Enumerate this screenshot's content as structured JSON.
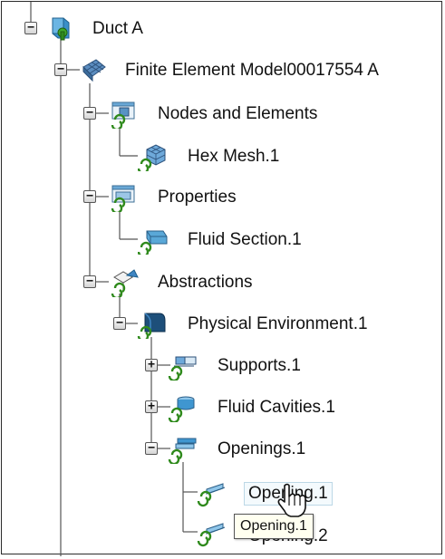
{
  "tree": {
    "root": {
      "label": "Duct A"
    },
    "fem": {
      "label": "Finite Element Model00017554 A"
    },
    "nodes": {
      "label": "Nodes and Elements"
    },
    "hex": {
      "label": "Hex Mesh.1"
    },
    "props": {
      "label": "Properties"
    },
    "fluidsec": {
      "label": "Fluid Section.1"
    },
    "abstr": {
      "label": "Abstractions"
    },
    "physenv": {
      "label": "Physical Environment.1"
    },
    "supports": {
      "label": "Supports.1"
    },
    "cavities": {
      "label": "Fluid Cavities.1"
    },
    "openings": {
      "label": "Openings.1"
    },
    "opening1": {
      "label": "Opening.1"
    },
    "opening2": {
      "label": "Opening.2"
    }
  },
  "tooltip": {
    "text": "Opening.1"
  },
  "colors": {
    "link_green": "#2f8a1c",
    "icon_blue": "#2b7fb8",
    "tooltip_bg": "#fffff0"
  }
}
